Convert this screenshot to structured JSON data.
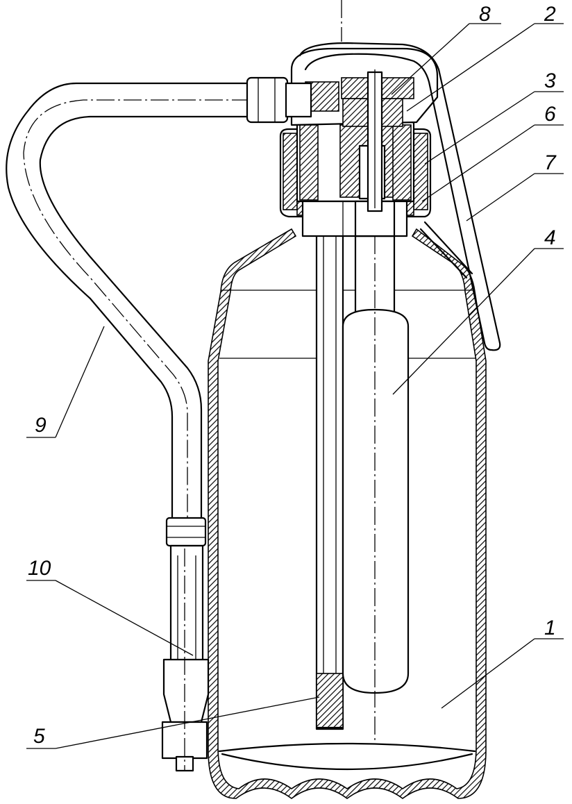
{
  "diagram": {
    "colors": {
      "line": "#000000",
      "background": "#ffffff"
    },
    "labels": [
      {
        "id": "1",
        "text": "1",
        "part": "body"
      },
      {
        "id": "2",
        "text": "2",
        "part": "valve-seat"
      },
      {
        "id": "3",
        "text": "3",
        "part": "cap-nut"
      },
      {
        "id": "4",
        "text": "4",
        "part": "gas-cartridge"
      },
      {
        "id": "5",
        "text": "5",
        "part": "siphon-tube"
      },
      {
        "id": "6",
        "text": "6",
        "part": "neck-ring"
      },
      {
        "id": "7",
        "text": "7",
        "part": "lever-handle"
      },
      {
        "id": "8",
        "text": "8",
        "part": "valve-head"
      },
      {
        "id": "9",
        "text": "9",
        "part": "hose"
      },
      {
        "id": "10",
        "text": "10",
        "part": "nozzle"
      }
    ]
  }
}
